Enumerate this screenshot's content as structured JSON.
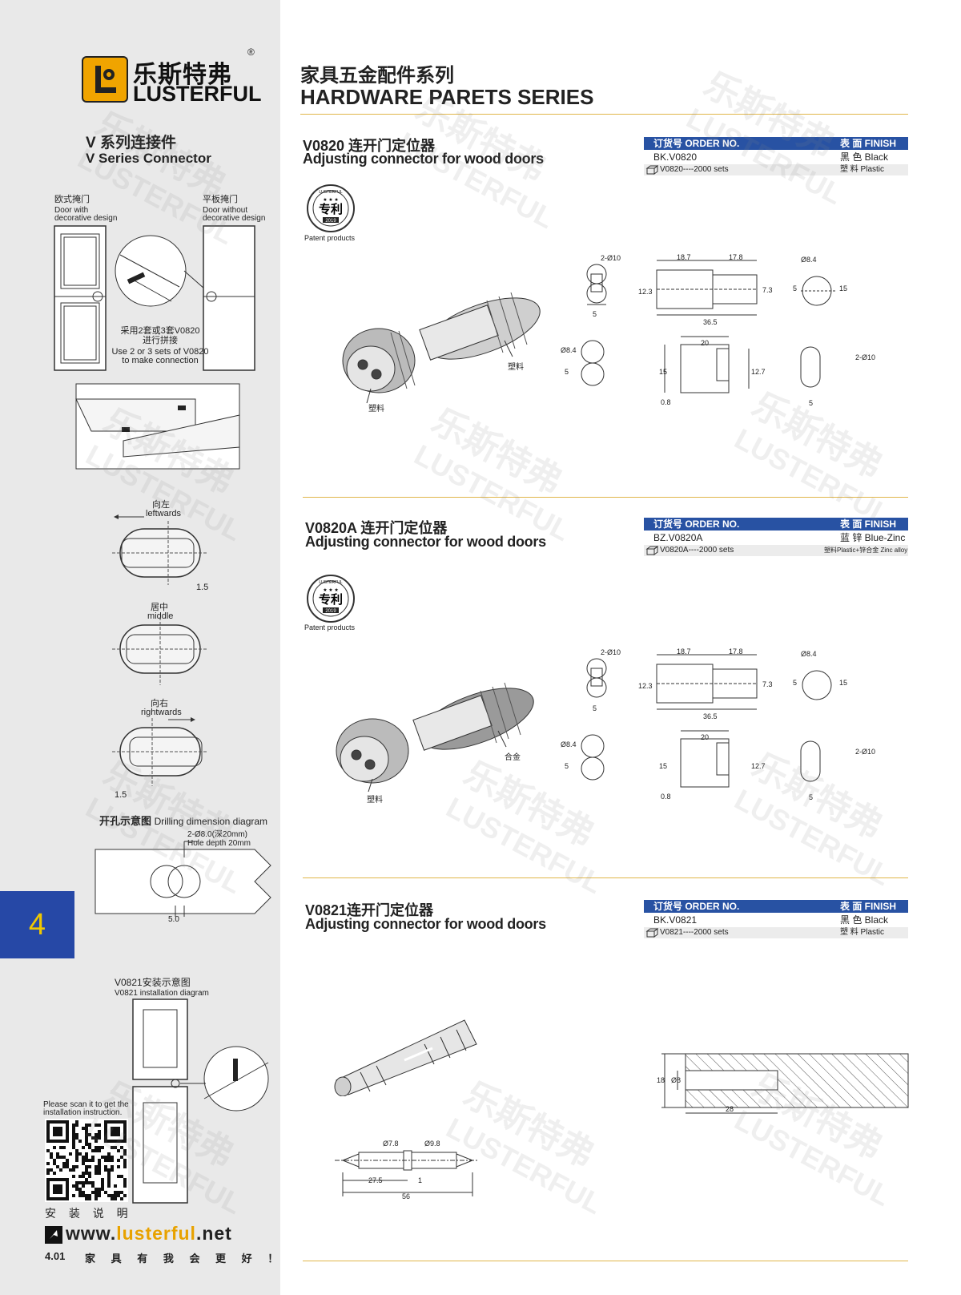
{
  "brand": {
    "cn": "乐斯特弗",
    "en": "LUSTERFUL",
    "registered": "®"
  },
  "sidebar": {
    "title_cn": "V 系列连接件",
    "title_en": "V Series Connector",
    "door_with": {
      "cn": "欧式掩门",
      "en1": "Door with",
      "en2": "decorative design"
    },
    "door_without": {
      "cn": "平板掩门",
      "en1": "Door without",
      "en2": "decorative design"
    },
    "use_note": {
      "cn1": "采用2套或3套V0820",
      "cn2": "进行拼接",
      "en1": "Use 2 or 3 sets of V0820",
      "en2": "to make connection"
    },
    "left": {
      "cn": "向左",
      "en": "leftwards",
      "dim": "1.5"
    },
    "middle": {
      "cn": "居中",
      "en": "middle"
    },
    "right": {
      "cn": "向右",
      "en": "rightwards",
      "dim": "1.5"
    },
    "drill": {
      "cn": "开孔示意图",
      "en": "Drilling dimension diagram",
      "hole1": "2-Ø8.0(深20mm)",
      "hole2": "Hole depth 20mm",
      "dim": "5.0"
    },
    "install": {
      "cn": "V0821安装示意图",
      "en": "V0821 installation diagram"
    },
    "scan": {
      "l1": "Please scan it to get the",
      "l2": "installation instruction."
    },
    "manual": "安 装 说 明",
    "website_pre": "www.",
    "website_brand": "lusterful",
    "website_post": ".net",
    "version": "4.01",
    "slogan": "家 具 有 我 会 更 好 ！",
    "page_number": "4"
  },
  "header": {
    "cn": "家具五金配件系列",
    "en": "HARDWARE PARETS SERIES"
  },
  "table_headers": {
    "order": "订货号 ORDER NO.",
    "finish": "表 面 FINISH"
  },
  "patent": {
    "top": "LUSTERFUL",
    "stars": "★ ★ ★",
    "cn": "专利",
    "year": "2019",
    "label": "Patent products"
  },
  "products": [
    {
      "title": "V0820 连开门定位器",
      "subtitle": "Adjusting connector for wood doors",
      "order_no": "BK.V0820",
      "finish": "黑 色  Black",
      "pack": "V0820----2000 sets",
      "material": "塑 料 Plastic",
      "labels": {
        "part1": "塑料",
        "part2": "塑料"
      },
      "dims": {
        "holes": "2-Ø10",
        "d1": "18.7",
        "d2": "17.8",
        "d3": "12.3",
        "d4": "7.3",
        "d5": "36.5",
        "d6": "Ø8.4",
        "d7": "5",
        "d8": "15",
        "d9": "20",
        "d10": "12.7",
        "d11": "0.8",
        "d12": "2-Ø10",
        "d13": "5"
      }
    },
    {
      "title": "V0820A 连开门定位器",
      "subtitle": "Adjusting connector for wood doors",
      "order_no": "BZ.V0820A",
      "finish": "蓝 锌 Blue-Zinc",
      "pack": "V0820A----2000 sets",
      "material": "塑料Plastic+锌合金 Zinc alloy",
      "labels": {
        "part1": "塑料",
        "part2": "合金"
      },
      "dims": {
        "holes": "2-Ø10",
        "d1": "18.7",
        "d2": "17.8",
        "d3": "12.3",
        "d4": "7.3",
        "d5": "36.5",
        "d6": "Ø8.4",
        "d7": "5",
        "d8": "15",
        "d9": "20",
        "d10": "12.7",
        "d11": "0.8",
        "d12": "2-Ø10",
        "d13": "5"
      }
    },
    {
      "title": "V0821连开门定位器",
      "subtitle": "Adjusting connector for wood doors",
      "order_no": "BK.V0821",
      "finish": "黑 色  Black",
      "pack": "V0821----2000 sets",
      "material": "塑 料 Plastic",
      "dims": {
        "a": "Ø7.8",
        "b": "Ø9.8",
        "c": "27.5",
        "d": "1",
        "e": "56",
        "f": "18",
        "g": "Ø8",
        "h": "28"
      }
    }
  ],
  "watermark": {
    "cn": "乐斯特弗",
    "en": "LUSTERFUL"
  }
}
